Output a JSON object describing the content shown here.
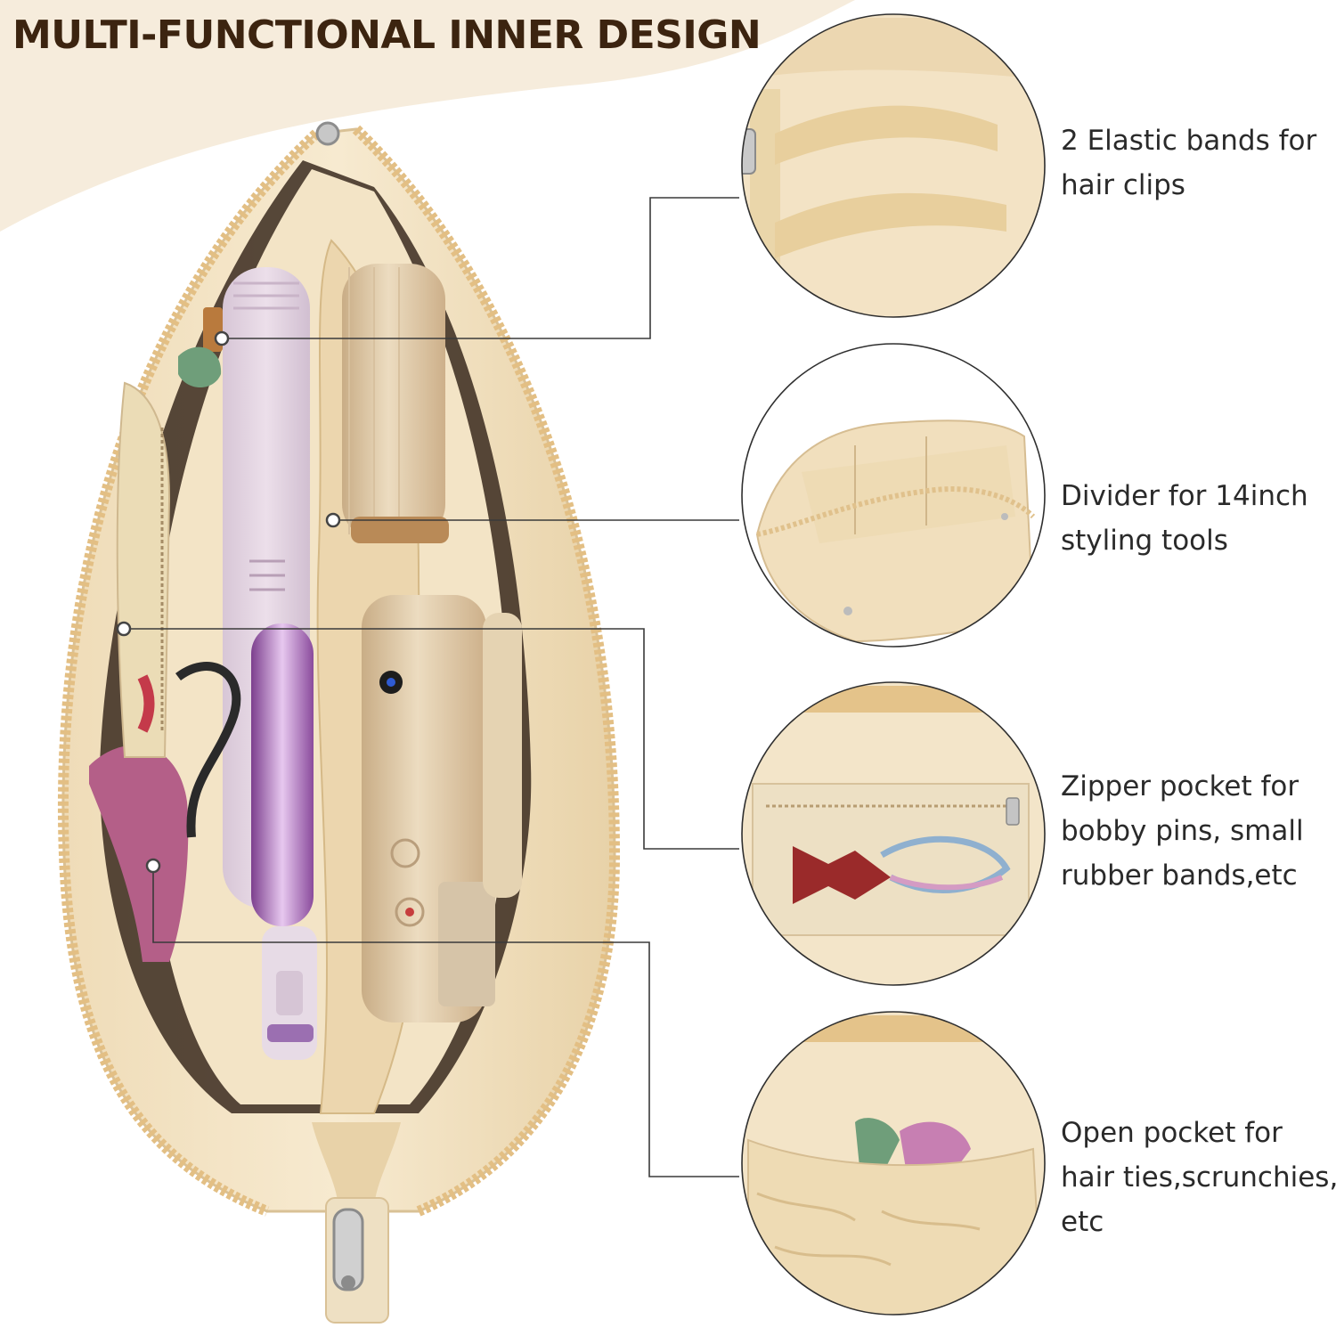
{
  "headline": "MULTI-FUNCTIONAL INNER DESIGN",
  "colors": {
    "banner": "#f6ecdc",
    "headline_text": "#3c2410",
    "fabric": "#f1e1c3",
    "fabric_shadow": "#dcc49a",
    "zipper": "#e3bf84",
    "callout_text": "#2a2a2a"
  },
  "callouts": [
    {
      "lines": [
        "2 Elastic bands for",
        "hair clips"
      ]
    },
    {
      "lines": [
        "Divider for 14inch",
        "styling tools"
      ]
    },
    {
      "lines": [
        "Zipper pocket for",
        "bobby pins, small",
        "rubber bands,etc"
      ]
    },
    {
      "lines": [
        "Open pocket for",
        "hair ties,scrunchies,",
        "etc"
      ]
    }
  ]
}
